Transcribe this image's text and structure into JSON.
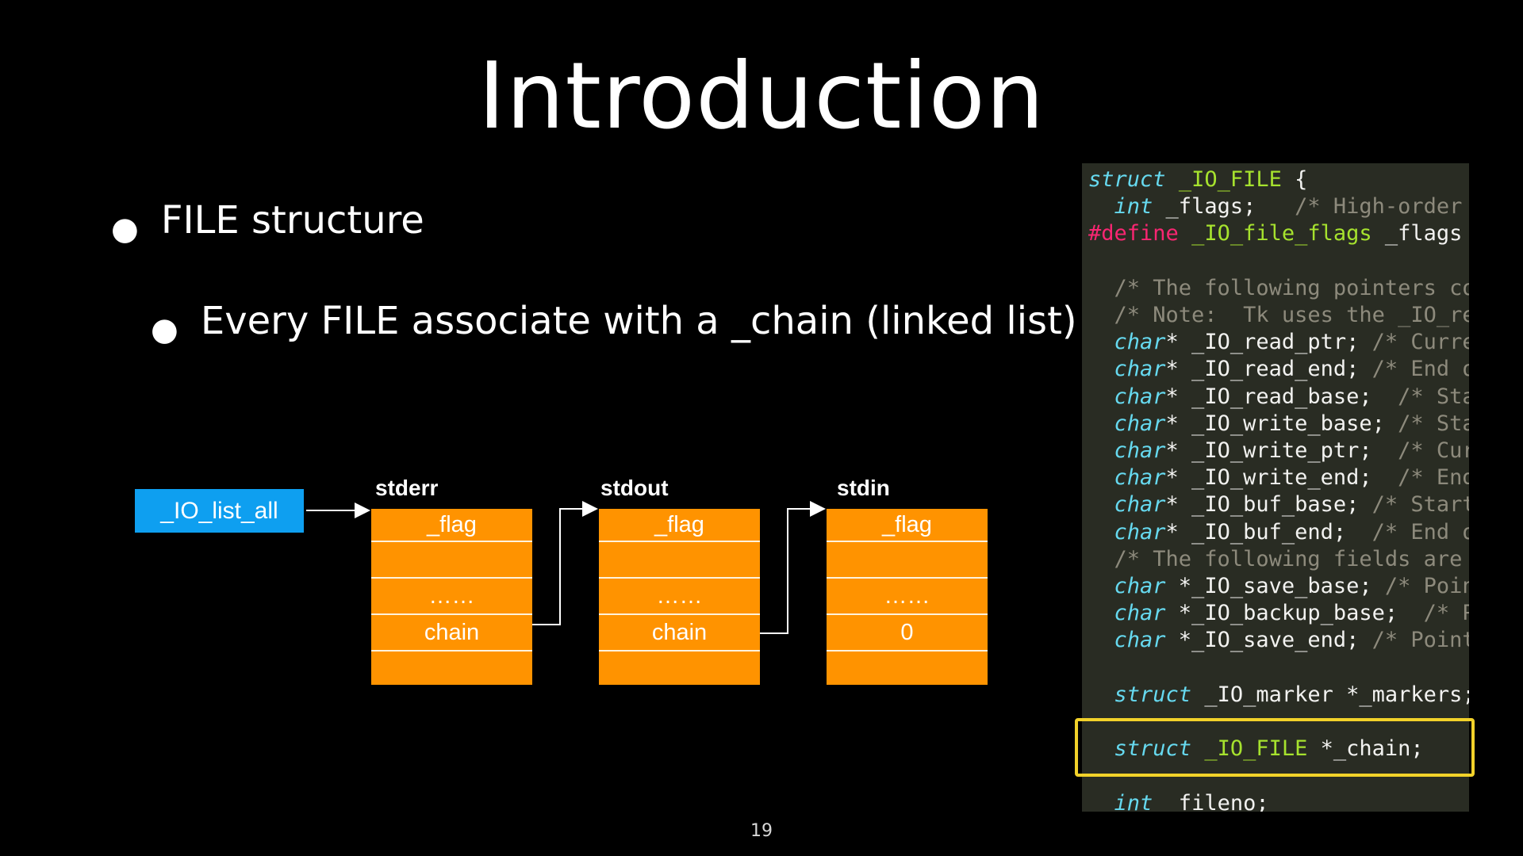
{
  "slide": {
    "title": "Introduction",
    "bullets": [
      {
        "text": "FILE structure",
        "level": 1
      },
      {
        "text": "Every FILE associate with a _chain (linked list)",
        "level": 2
      }
    ],
    "page_number": "19"
  },
  "diagram": {
    "head_label": "_IO_list_all",
    "nodes": [
      {
        "label": "stderr",
        "rows": [
          "_flag",
          "",
          "……",
          "chain",
          ""
        ]
      },
      {
        "label": "stdout",
        "rows": [
          "_flag",
          "",
          "……",
          "chain",
          ""
        ]
      },
      {
        "label": "stdin",
        "rows": [
          "_flag",
          "",
          "……",
          "0",
          ""
        ]
      }
    ]
  },
  "code": {
    "lines": [
      [
        [
          "kw",
          "struct"
        ],
        [
          "t",
          " "
        ],
        [
          "ty",
          "_IO_FILE"
        ],
        [
          "t",
          " {"
        ]
      ],
      [
        [
          "t",
          "  "
        ],
        [
          "kw",
          "int"
        ],
        [
          "t",
          " _flags;   "
        ],
        [
          "cm",
          "/* High-order w"
        ]
      ],
      [
        [
          "pp",
          "#define"
        ],
        [
          "t",
          " "
        ],
        [
          "ty",
          "_IO_file_flags"
        ],
        [
          "t",
          " _flags"
        ]
      ],
      [
        [
          "t",
          ""
        ]
      ],
      [
        [
          "t",
          "  "
        ],
        [
          "cm",
          "/* The following pointers cor"
        ]
      ],
      [
        [
          "t",
          "  "
        ],
        [
          "cm",
          "/* Note:  Tk uses the _IO_rea"
        ]
      ],
      [
        [
          "t",
          "  "
        ],
        [
          "kw",
          "char"
        ],
        [
          "t",
          "* _IO_read_ptr; "
        ],
        [
          "cm",
          "/* Curren"
        ]
      ],
      [
        [
          "t",
          "  "
        ],
        [
          "kw",
          "char"
        ],
        [
          "t",
          "* _IO_read_end; "
        ],
        [
          "cm",
          "/* End of"
        ]
      ],
      [
        [
          "t",
          "  "
        ],
        [
          "kw",
          "char"
        ],
        [
          "t",
          "* _IO_read_base;  "
        ],
        [
          "cm",
          "/* Star"
        ]
      ],
      [
        [
          "t",
          "  "
        ],
        [
          "kw",
          "char"
        ],
        [
          "t",
          "* _IO_write_base; "
        ],
        [
          "cm",
          "/* Star"
        ]
      ],
      [
        [
          "t",
          "  "
        ],
        [
          "kw",
          "char"
        ],
        [
          "t",
          "* _IO_write_ptr;  "
        ],
        [
          "cm",
          "/* Curr"
        ]
      ],
      [
        [
          "t",
          "  "
        ],
        [
          "kw",
          "char"
        ],
        [
          "t",
          "* _IO_write_end;  "
        ],
        [
          "cm",
          "/* End"
        ]
      ],
      [
        [
          "t",
          "  "
        ],
        [
          "kw",
          "char"
        ],
        [
          "t",
          "* _IO_buf_base; "
        ],
        [
          "cm",
          "/* Start"
        ]
      ],
      [
        [
          "t",
          "  "
        ],
        [
          "kw",
          "char"
        ],
        [
          "t",
          "* _IO_buf_end;  "
        ],
        [
          "cm",
          "/* End of"
        ]
      ],
      [
        [
          "t",
          "  "
        ],
        [
          "cm",
          "/* The following fields are u"
        ]
      ],
      [
        [
          "t",
          "  "
        ],
        [
          "kw",
          "char"
        ],
        [
          "t",
          " *_IO_save_base; "
        ],
        [
          "cm",
          "/* Point"
        ]
      ],
      [
        [
          "t",
          "  "
        ],
        [
          "kw",
          "char"
        ],
        [
          "t",
          " *_IO_backup_base;  "
        ],
        [
          "cm",
          "/* Po"
        ]
      ],
      [
        [
          "t",
          "  "
        ],
        [
          "kw",
          "char"
        ],
        [
          "t",
          " *_IO_save_end; "
        ],
        [
          "cm",
          "/* Pointe"
        ]
      ],
      [
        [
          "t",
          ""
        ]
      ],
      [
        [
          "t",
          "  "
        ],
        [
          "kw",
          "struct"
        ],
        [
          "t",
          " _IO_marker *_markers;"
        ]
      ],
      [
        [
          "t",
          ""
        ]
      ],
      [
        [
          "t",
          "  "
        ],
        [
          "kw",
          "struct"
        ],
        [
          "t",
          " "
        ],
        [
          "ty",
          "_IO_FILE"
        ],
        [
          "t",
          " *_chain;"
        ]
      ],
      [
        [
          "t",
          ""
        ]
      ],
      [
        [
          "t",
          "  "
        ],
        [
          "kw",
          "int"
        ],
        [
          "t",
          " _fileno;"
        ]
      ]
    ]
  },
  "colors": {
    "background": "#000000",
    "head_box": "#0e9ff0",
    "node_fill": "#ff9300",
    "code_bg": "#292c23",
    "highlight_border": "#f2d22a"
  }
}
